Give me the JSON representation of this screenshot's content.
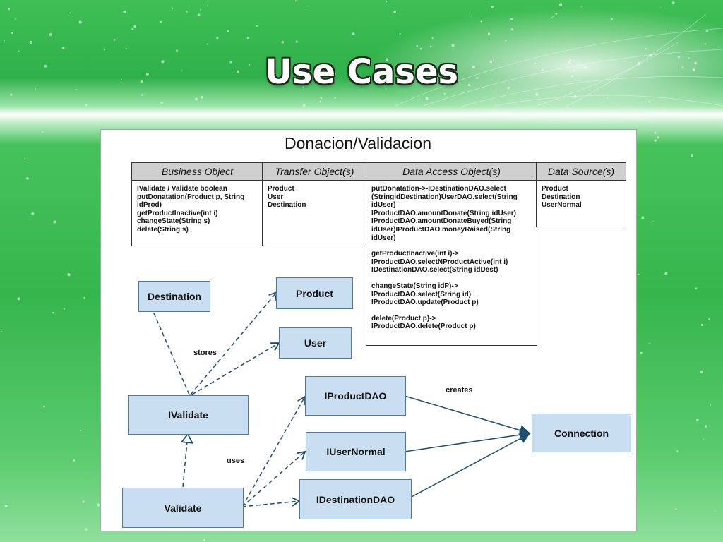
{
  "slide": {
    "title": "Use Cases"
  },
  "diagram": {
    "title": "Donacion/Validacion",
    "table": {
      "columns": [
        {
          "header": "Business Object",
          "lines": [
            "IValidate / Validate boolean",
            "putDonatation(Product p, String",
            "idProd)",
            "getProductInactive(int i)",
            "changeState(String s)",
            "delete(String s)"
          ]
        },
        {
          "header": "Transfer Object(s)",
          "lines": [
            "Product",
            "User",
            "Destination"
          ]
        },
        {
          "header": "Data Access Object(s)",
          "lines": [
            "putDonatation->-IDestinationDAO.select",
            "(StringidDestination)UserDAO.select(String",
            "idUser)",
            "IProductDAO.amountDonate(String idUser)",
            "IProductDAO.amountDonateBuyed(String",
            "idUser)IProductDAO.moneyRaised(String",
            "idUser)",
            "",
            "getProductInactive(int i)->",
            "IProductDAO.selectNProductActive(int i)",
            "IDestinationDAO.select(String idDest)",
            "",
            "changeState(String idP)->",
            "IProductDAO.select(String id)",
            "IProductDAO.update(Product p)",
            "",
            "delete(Product p)->",
            "IProductDAO.delete(Product p)"
          ]
        },
        {
          "header": "Data Source(s)",
          "lines": [
            "Product",
            "Destination",
            "UserNormal"
          ]
        }
      ]
    },
    "nodes": {
      "destination": "Destination",
      "product": "Product",
      "user": "User",
      "ivalidate": "IValidate",
      "validate": "Validate",
      "iproductdao": "IProductDAO",
      "iusernormal": "IUserNormal",
      "idestinationdao": "IDestinationDAO",
      "connection": "Connection"
    },
    "edge_labels": {
      "stores": "stores",
      "uses": "uses",
      "creates": "creates"
    },
    "colors": {
      "node_fill": "#c9dff1",
      "node_border": "#4a7aa8",
      "edge": "#1f4e6e",
      "header_fill": "#cfcfcf",
      "background_green": "#36b54d"
    }
  }
}
